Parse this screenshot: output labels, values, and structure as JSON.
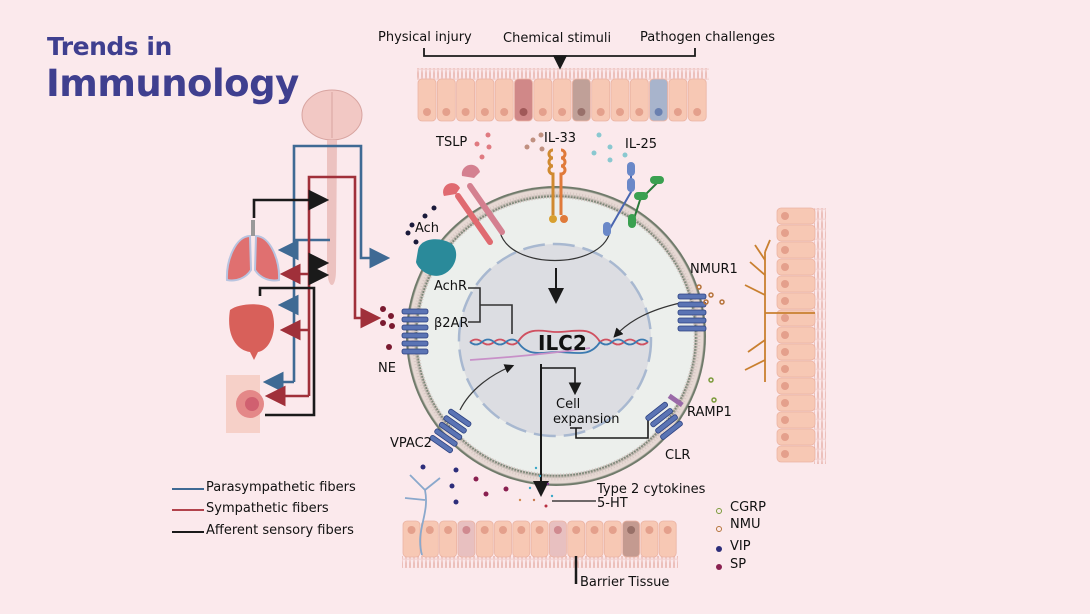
{
  "journal": {
    "line1": "Trends in",
    "line2": "Immunology"
  },
  "triggers": [
    "Physical injury",
    "Chemical stimuli",
    "Pathogen challenges"
  ],
  "alarmins": {
    "tslp": "TSLP",
    "il33": "IL-33",
    "il25": "IL-25"
  },
  "receptors": {
    "ach": "Ach",
    "achr": "AchR",
    "b2ar": "β2AR",
    "ne": "NE",
    "nmur1": "NMUR1",
    "vpac2": "VPAC2",
    "ramp1": "RAMP1",
    "clr": "CLR"
  },
  "cell": {
    "name": "ILC2",
    "expansion": [
      "Cell",
      "expansion"
    ]
  },
  "outputs": {
    "cytokines": "Type 2 cytokines",
    "serotonin": "5-HT",
    "barrier": "Barrier Tissue"
  },
  "fiber_legend": [
    {
      "label": "Parasympathetic fibers",
      "color": "#3f6a94"
    },
    {
      "label": "Sympathetic fibers",
      "color": "#b2434c"
    },
    {
      "label": "Afferent sensory  fibers",
      "color": "#1a1a1a"
    }
  ],
  "neuropeptide_legend": [
    {
      "label": "CGRP",
      "color": "#7a9a3a",
      "style": "ring"
    },
    {
      "label": "NMU",
      "color": "#b5733a",
      "style": "ring"
    },
    {
      "label": "VIP",
      "color": "#2d2d7a",
      "style": "filled"
    },
    {
      "label": "SP",
      "color": "#8a2050",
      "style": "filled"
    }
  ],
  "colors": {
    "title": "#3f3f8f",
    "background": "#fbe9ec",
    "parasympathetic": "#3f6a94",
    "sympathetic": "#b2434c",
    "afferent": "#1a1a1a"
  }
}
